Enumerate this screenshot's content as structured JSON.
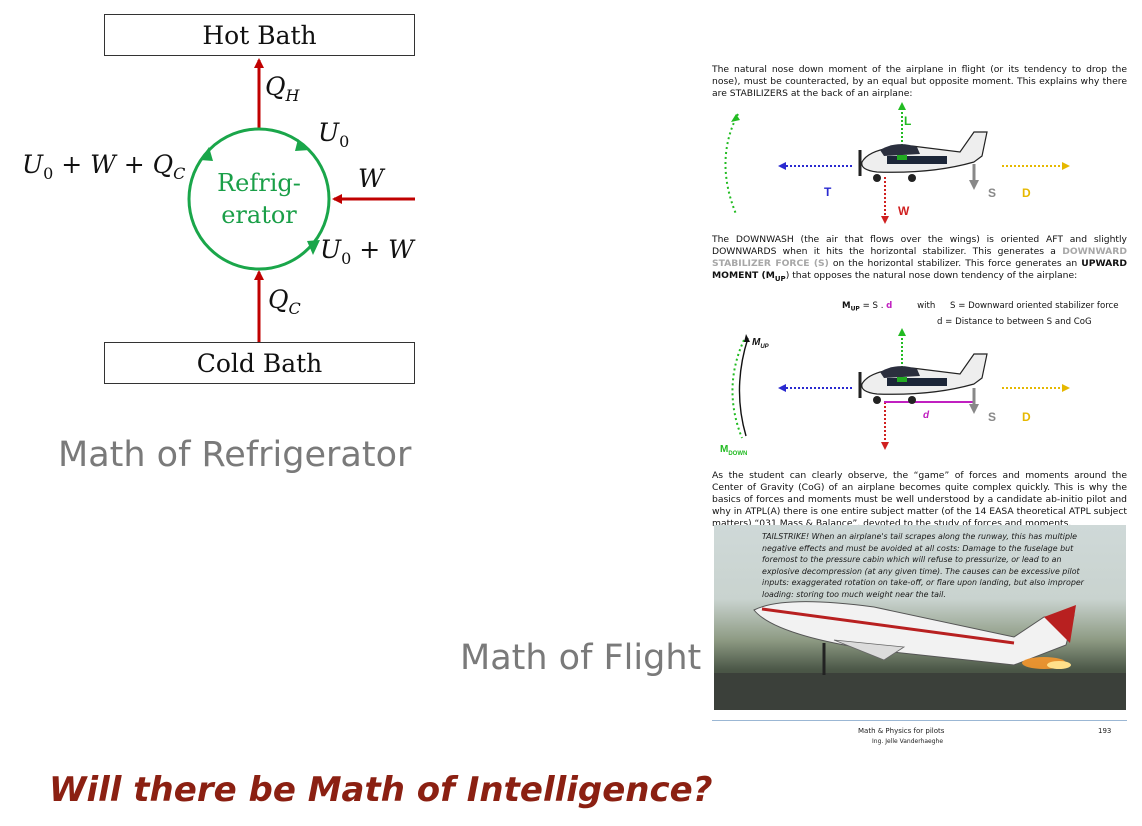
{
  "refrigerator": {
    "hot_bath": "Hot Bath",
    "cold_bath": "Cold Bath",
    "fridge_label_line1": "Refrig-",
    "fridge_label_line2": "erator",
    "q_h_main": "Q",
    "q_h_sub": "H",
    "q_c_main": "Q",
    "q_c_sub": "C",
    "w_label": "W",
    "u0_main": "U",
    "u0_sub": "0",
    "u0w_tail": "+ W",
    "u0wqc_mid": "+ W + Q",
    "u0wqc_sub": "C",
    "colors": {
      "arrow": "#c00000",
      "cycle": "#1aa64a"
    }
  },
  "caption_refrigerator": "Math of Refrigerator",
  "caption_flight": "Math of Flight",
  "doc": {
    "para1": "The natural nose down moment of the airplane in flight (or its tendency to drop the nose), must be counteracted, by an equal but opposite moment. This explains why there are STABILIZERS at the back of an airplane:",
    "fig1_labels": {
      "L": "L",
      "T": "T",
      "W": "W",
      "S": "S",
      "D": "D"
    },
    "para2_a": "The DOWNWASH (the air that flows over the wings) is oriented AFT and slightly DOWNWARDS when it hits the horizontal stabilizer. This generates a ",
    "para2_stab": "DOWNWARD STABILIZER FORCE (S)",
    "para2_b": " on the horizontal stabilizer. This force generates an ",
    "para2_moment": "UPWARD MOMENT (M",
    "para2_moment_sub": "UP",
    "para2_c": ") that opposes the natural nose down tendency of the airplane:",
    "formula_lhs": "M",
    "formula_lhs_sub": "UP",
    "formula_eq": " = S . ",
    "formula_d": "d",
    "formula_with": "with",
    "formula_def1": "S = Downward oriented stabilizer force",
    "formula_def2": "d = Distance to between S and CoG",
    "fig2_labels": {
      "mup": "M",
      "mup_sub": "UP",
      "mdown": "M",
      "mdown_sub": "DOWN",
      "d": "d",
      "S": "S",
      "D": "D"
    },
    "para3": "As the student can clearly observe, the “game” of forces and moments around the Center of Gravity (CoG) of an airplane becomes quite complex quickly. This is why the basics of forces and moments must be well understood by a candidate ab-initio pilot and why in ATPL(A) there is one entire subject matter (of the 14 EASA theoretical ATPL subject matters) “031 Mass & Balance”, devoted to the study of forces and moments.",
    "photo_caption": "TAILSTRIKE! When an airplane's tail scrapes along the runway, this has multiple negative effects and must be avoided at all costs: Damage to the fuselage but foremost to the pressure cabin which will refuse to pressurize, or lead to an explosive decompression (at any given time). The causes can be excessive pilot inputs: exaggerated rotation on take-off, or flare upon landing, but also improper loading: storing too much weight near the tail.",
    "footer_title": "Math & Physics for pilots",
    "footer_author": "Ing. Jelle Vanderhaeghe",
    "page_number": "193"
  },
  "question": "Will there be Math of Intelligence?"
}
